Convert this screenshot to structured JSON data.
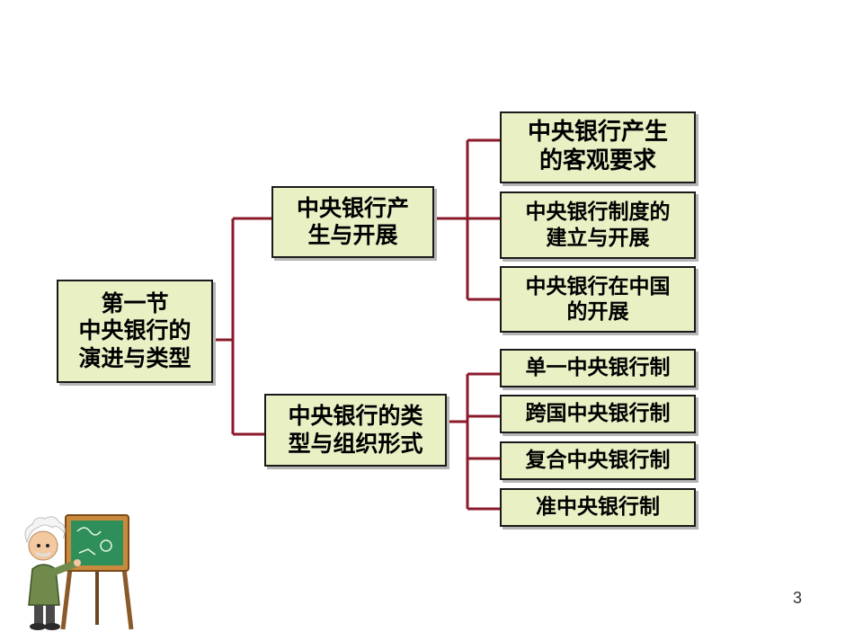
{
  "root": {
    "label": "第一节\n中央银行的\n演进与类型"
  },
  "branches": [
    {
      "label": "中央银行产\n生与开展",
      "children": [
        {
          "label": "中央银行产生\n的客观要求"
        },
        {
          "label": "中央银行制度的\n建立与开展"
        },
        {
          "label": "中央银行在中国\n的开展"
        }
      ]
    },
    {
      "label": "中央银行的类\n型与组织形式",
      "children": [
        {
          "label": "单一中央银行制"
        },
        {
          "label": "跨国中央银行制"
        },
        {
          "label": "复合中央银行制"
        },
        {
          "label": "准中央银行制"
        }
      ]
    }
  ],
  "colors": {
    "connector": "#8b1a2b",
    "box_fill": "#e8f0c4",
    "box_border": "#1a1a1a"
  },
  "decoration": {
    "icon": "teacher-at-chalkboard-icon"
  },
  "page_number": "3"
}
